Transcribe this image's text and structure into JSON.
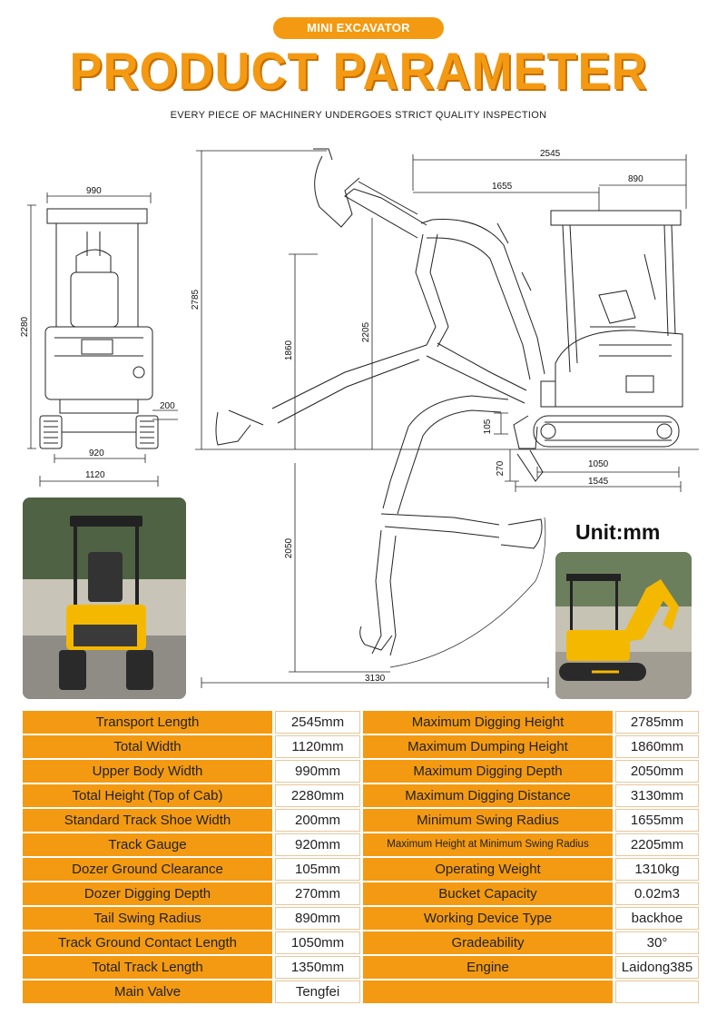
{
  "header": {
    "badge": "MINI EXCAVATOR",
    "title": "PRODUCT PARAMETER",
    "subtitle": "EVERY PIECE OF MACHINERY UNDERGOES STRICT QUALITY INSPECTION"
  },
  "diagram": {
    "front_dims": {
      "width_top": "990",
      "height": "2280",
      "shoe": "200",
      "gauge": "920",
      "width_total": "1120"
    },
    "side_dims": {
      "max_height": "2785",
      "total_length": "2545",
      "swing_radius": "1655",
      "tail": "890",
      "dump_height": "1860",
      "height_at_swing": "2205",
      "blade_clear": "105",
      "blade_depth": "270",
      "track_contact": "1050",
      "track_total": "1545",
      "dig_depth": "2050",
      "reach": "3130"
    }
  },
  "unit_label": "Unit:mm",
  "specs_left": [
    {
      "label": "Transport Length",
      "value": "2545mm"
    },
    {
      "label": "Total Width",
      "value": "1120mm"
    },
    {
      "label": "Upper Body Width",
      "value": "990mm"
    },
    {
      "label": "Total Height (Top of Cab)",
      "value": "2280mm"
    },
    {
      "label": "Standard Track Shoe Width",
      "value": "200mm"
    },
    {
      "label": "Track Gauge",
      "value": "920mm"
    },
    {
      "label": "Dozer Ground Clearance",
      "value": "105mm"
    },
    {
      "label": "Dozer Digging Depth",
      "value": "270mm"
    },
    {
      "label": "Tail Swing Radius",
      "value": "890mm"
    },
    {
      "label": "Track Ground Contact Length",
      "value": "1050mm"
    },
    {
      "label": "Total Track Length",
      "value": "1350mm"
    },
    {
      "label": "Main Valve",
      "value": "Tengfei"
    }
  ],
  "specs_right": [
    {
      "label": "Maximum Digging Height",
      "value": "2785mm"
    },
    {
      "label": "Maximum Dumping Height",
      "value": "1860mm"
    },
    {
      "label": "Maximum Digging Depth",
      "value": "2050mm"
    },
    {
      "label": "Maximum Digging Distance",
      "value": "3130mm"
    },
    {
      "label": "Minimum Swing Radius",
      "value": "1655mm"
    },
    {
      "label": "Maximum Height at Minimum Swing Radius",
      "value": "2205mm"
    },
    {
      "label": "Operating Weight",
      "value": "1310kg"
    },
    {
      "label": "Bucket Capacity",
      "value": "0.02m3"
    },
    {
      "label": "Working Device Type",
      "value": "backhoe"
    },
    {
      "label": "Gradeability",
      "value": "30°"
    },
    {
      "label": "Engine",
      "value": "Laidong385"
    },
    {
      "label": "",
      "value": ""
    }
  ],
  "colors": {
    "accent": "#f39a12",
    "accent_dark": "#c86e00",
    "machine_yellow": "#f5b800"
  }
}
